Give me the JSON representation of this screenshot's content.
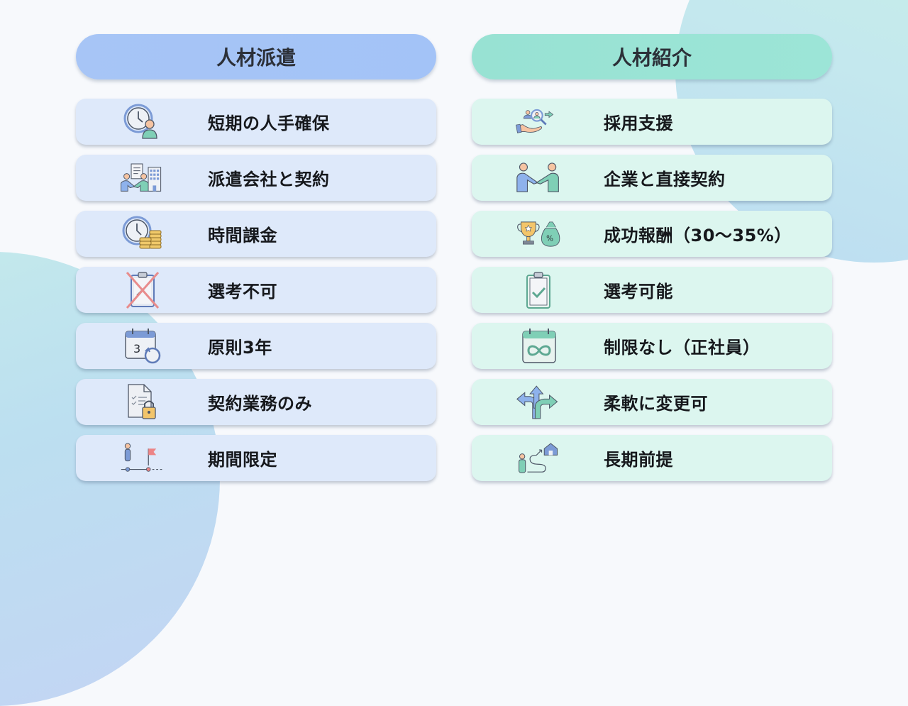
{
  "columns": [
    {
      "title": "人材派遣",
      "color": "#a5c4f6",
      "items": [
        {
          "label": "短期の人手確保",
          "icon": "clock-person-icon"
        },
        {
          "label": "派遣会社と契約",
          "icon": "handshake-building-icon"
        },
        {
          "label": "時間課金",
          "icon": "clock-coins-icon"
        },
        {
          "label": "選考不可",
          "icon": "clipboard-crossed-icon"
        },
        {
          "label": "原則3年",
          "icon": "calendar-3-renew-icon"
        },
        {
          "label": "契約業務のみ",
          "icon": "document-lock-icon"
        },
        {
          "label": "期間限定",
          "icon": "person-flag-timeline-icon"
        }
      ]
    },
    {
      "title": "人材紹介",
      "color": "#9ae3d5",
      "items": [
        {
          "label": "採用支援",
          "icon": "hand-search-person-icon"
        },
        {
          "label": "企業と直接契約",
          "icon": "handshake-icon"
        },
        {
          "label": "成功報酬（30〜35%）",
          "icon": "trophy-moneybag-icon"
        },
        {
          "label": "選考可能",
          "icon": "clipboard-check-icon"
        },
        {
          "label": "制限なし（正社員）",
          "icon": "calendar-infinity-icon"
        },
        {
          "label": "柔軟に変更可",
          "icon": "branching-arrows-icon"
        },
        {
          "label": "長期前提",
          "icon": "person-path-home-icon"
        }
      ]
    }
  ],
  "icon_text": {
    "calendar_number": "3",
    "percent": "%"
  }
}
